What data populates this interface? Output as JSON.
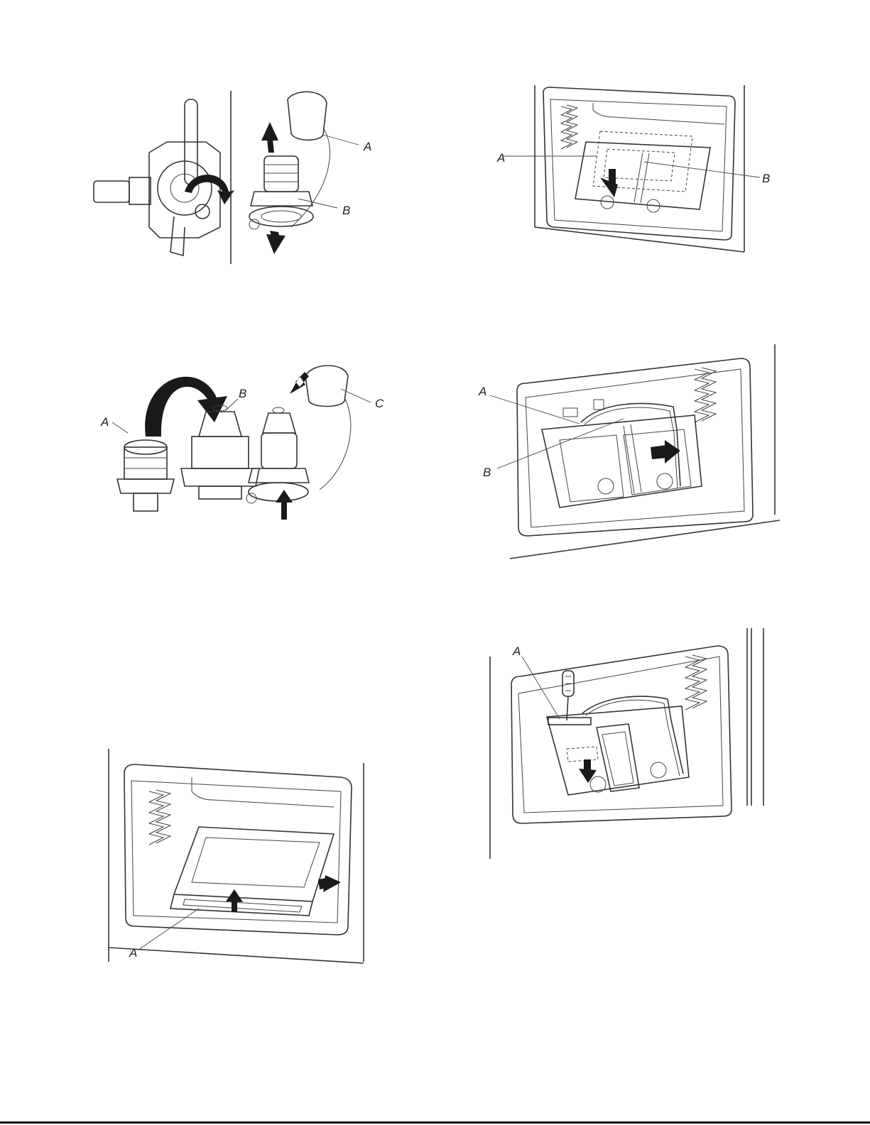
{
  "figures": {
    "fig1": {
      "labels": {
        "a": "A",
        "b": "B"
      }
    },
    "fig2": {
      "labels": {
        "a": "A",
        "b": "B",
        "c": "C"
      }
    },
    "fig3": {
      "labels": {
        "a": "A"
      }
    },
    "fig4": {
      "labels": {
        "a": "A",
        "b": "B"
      }
    },
    "fig5": {
      "labels": {
        "a": "A",
        "b": "B"
      }
    },
    "fig6": {
      "labels": {
        "a": "A"
      }
    }
  },
  "colors": {
    "line": "#333333",
    "arrow": "#1a1a1a",
    "background": "#ffffff"
  },
  "icons": [
    "curved-arrow-icon",
    "straight-arrow-icon"
  ]
}
